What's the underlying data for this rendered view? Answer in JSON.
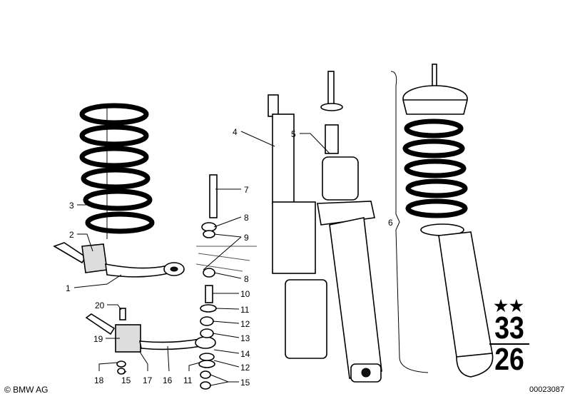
{
  "diagram": {
    "callouts": [
      "1",
      "2",
      "3",
      "4",
      "5",
      "6",
      "7",
      "8",
      "9",
      "8",
      "10",
      "11",
      "12",
      "13",
      "14",
      "12",
      "15",
      "11",
      "16",
      "17",
      "15",
      "18",
      "19",
      "20"
    ],
    "group": {
      "stars": "★★",
      "main": "33",
      "sub": "26"
    },
    "copyright": "© BMW AG",
    "document_number": "00023087"
  }
}
